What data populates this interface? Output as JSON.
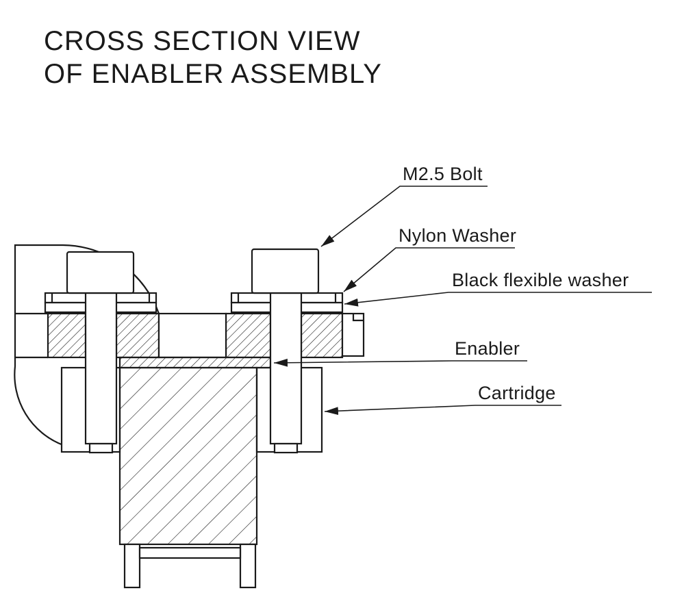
{
  "title": {
    "line1": "CROSS SECTION VIEW",
    "line2": "OF ENABLER ASSEMBLY"
  },
  "labels": {
    "bolt": "M2.5 Bolt",
    "nylon_washer": "Nylon Washer",
    "black_flexible_washer": "Black flexible washer",
    "enabler": "Enabler",
    "cartridge": "Cartridge"
  },
  "colors": {
    "line": "#1a1a1a",
    "background": "#ffffff"
  }
}
